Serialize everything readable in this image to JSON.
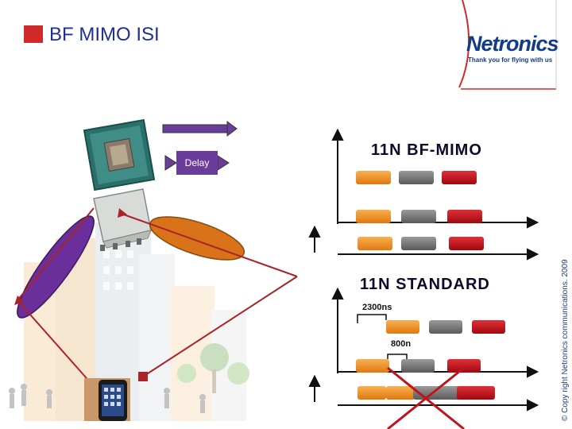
{
  "slide": {
    "title": "BF MIMO ISI",
    "logo_text": "Netronics",
    "tagline": "Thank you for flying with us",
    "copyright": "© Copy right Netronics communications. 2009"
  },
  "diagram": {
    "delay_label": "Delay",
    "bf_mimo_title": "11N BF-MIMO",
    "standard_title": "11N STANDARD",
    "label_2300": "2300ns",
    "label_800": "800n"
  },
  "colors": {
    "accent_red": "#d02a2a",
    "brand_blue": "#123c8a",
    "orange": "#f08a1a",
    "gray": "#7a7a7a",
    "crimson": "#c0141c",
    "purple": "#6a3d9a"
  }
}
